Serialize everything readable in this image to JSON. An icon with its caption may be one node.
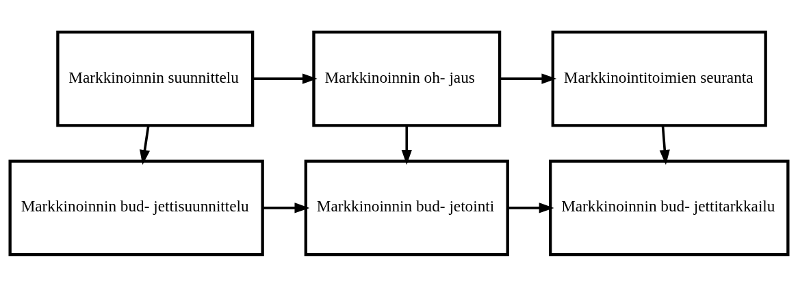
{
  "diagram": {
    "nodes": [
      {
        "text": [
          "Markkinoinnin suunnittelu"
        ]
      },
      {
        "text": [
          "Markkinoinnin oh- jaus"
        ]
      },
      {
        "text": [
          "Markkinointitoimien seuranta"
        ]
      },
      {
        "text": [
          "Markkinoinnin bud- jettisuunnittelu"
        ]
      },
      {
        "text": [
          "Markkinoinnin bud- jetointi"
        ]
      },
      {
        "text": [
          "Markkinoinnin bud- jettitarkkailu"
        ]
      }
    ],
    "edges": [
      {
        "from": 0,
        "to": 1,
        "arrow": "to"
      },
      {
        "from": 1,
        "to": 2,
        "arrow": "to"
      },
      {
        "from": 0,
        "to": 3,
        "arrow": "to"
      },
      {
        "from": 1,
        "to": 4,
        "arrow": "to"
      },
      {
        "from": 2,
        "to": 5,
        "arrow": "to"
      },
      {
        "from": 3,
        "to": 4,
        "arrow": "to"
      },
      {
        "from": 4,
        "to": 5,
        "arrow": "to"
      }
    ]
  }
}
